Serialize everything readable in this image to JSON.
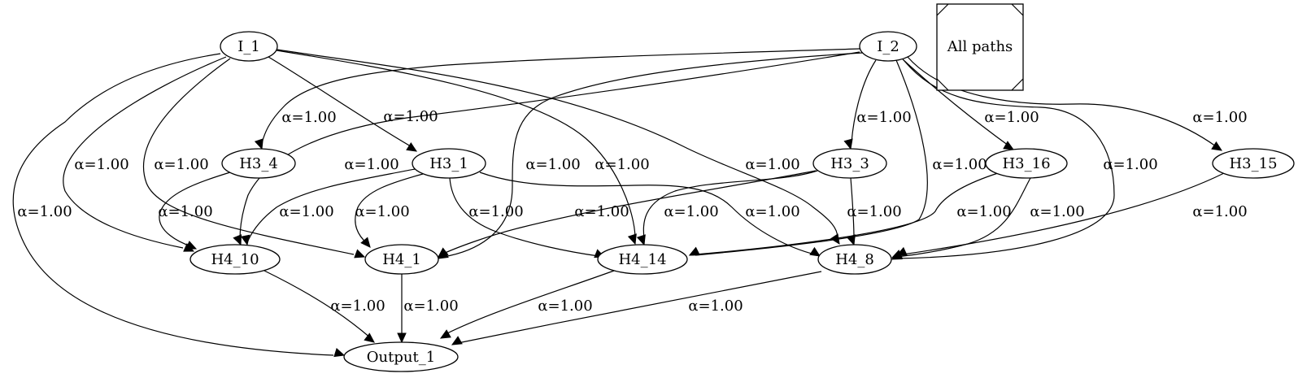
{
  "legend": {
    "label": "All paths"
  },
  "nodes": {
    "I_1": "I_1",
    "I_2": "I_2",
    "H3_1": "H3_1",
    "H3_3": "H3_3",
    "H3_4": "H3_4",
    "H3_15": "H3_15",
    "H3_16": "H3_16",
    "H4_1": "H4_1",
    "H4_8": "H4_8",
    "H4_10": "H4_10",
    "H4_14": "H4_14",
    "Output_1": "Output_1"
  },
  "edges": [
    {
      "from": "I_1",
      "to": "H3_1",
      "label": "α=1.00"
    },
    {
      "from": "I_1",
      "to": "H4_10",
      "label": "α=1.00"
    },
    {
      "from": "I_1",
      "to": "H4_1",
      "label": "α=1.00"
    },
    {
      "from": "I_1",
      "to": "H4_14",
      "label": "α=1.00"
    },
    {
      "from": "I_1",
      "to": "H4_8",
      "label": "α=1.00"
    },
    {
      "from": "I_1",
      "to": "Output_1",
      "label": "α=1.00"
    },
    {
      "from": "I_2",
      "to": "H3_4",
      "label": "α=1.00"
    },
    {
      "from": "I_2",
      "to": "H4_10",
      "label": "α=1.00"
    },
    {
      "from": "I_2",
      "to": "H4_1",
      "label": "α=1.00"
    },
    {
      "from": "I_2",
      "to": "H3_3",
      "label": "α=1.00"
    },
    {
      "from": "I_2",
      "to": "H4_14",
      "label": "α=1.00"
    },
    {
      "from": "I_2",
      "to": "H3_16",
      "label": "α=1.00"
    },
    {
      "from": "I_2",
      "to": "H4_8",
      "label": "α=1.00"
    },
    {
      "from": "I_2",
      "to": "H3_15",
      "label": "α=1.00"
    },
    {
      "from": "H3_4",
      "to": "H4_10",
      "label": "α=1.00"
    },
    {
      "from": "H3_1",
      "to": "H4_10",
      "label": "α=1.00"
    },
    {
      "from": "H3_1",
      "to": "H4_1",
      "label": "α=1.00"
    },
    {
      "from": "H3_1",
      "to": "H4_14",
      "label": "α=1.00"
    },
    {
      "from": "H3_1",
      "to": "H4_8",
      "label": "α=1.00"
    },
    {
      "from": "H3_3",
      "to": "H4_1",
      "label": "α=1.00"
    },
    {
      "from": "H3_3",
      "to": "H4_14",
      "label": "α=1.00"
    },
    {
      "from": "H3_3",
      "to": "H4_8",
      "label": "α=1.00"
    },
    {
      "from": "H3_16",
      "to": "H4_14",
      "label": "α=1.00"
    },
    {
      "from": "H3_16",
      "to": "H4_8",
      "label": "α=1.00"
    },
    {
      "from": "H3_15",
      "to": "H4_8",
      "label": "α=1.00"
    },
    {
      "from": "H4_10",
      "to": "Output_1",
      "label": "α=1.00"
    },
    {
      "from": "H4_1",
      "to": "Output_1",
      "label": "α=1.00"
    },
    {
      "from": "H4_14",
      "to": "Output_1",
      "label": "α=1.00"
    },
    {
      "from": "H4_8",
      "to": "Output_1",
      "label": "α=1.00"
    }
  ]
}
